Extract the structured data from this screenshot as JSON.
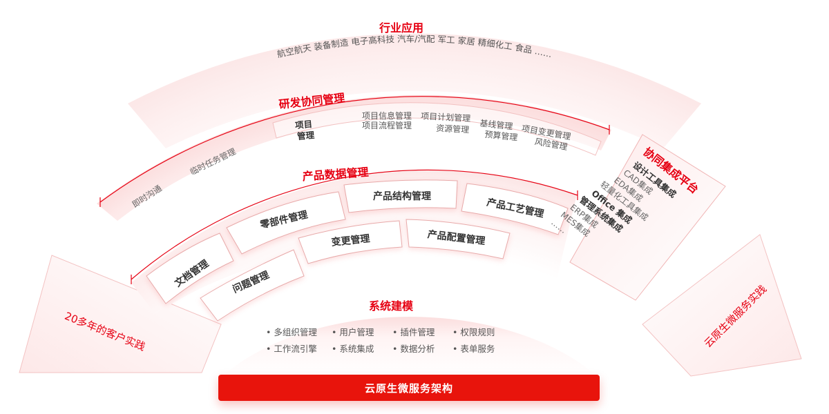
{
  "industry": {
    "title": "行业应用",
    "items": [
      "航空航天",
      "装备制造",
      "电子高科技",
      "汽车/汽配",
      "军工",
      "家居",
      "精细化工",
      "食品",
      "……"
    ]
  },
  "rd": {
    "title": "研发协同管理",
    "left_items": [
      "即时沟通",
      "临时任务管理"
    ],
    "project_label_1": "项目",
    "project_label_2": "管理",
    "project_items": [
      [
        "项目信息管理",
        "项目流程管理"
      ],
      [
        "项目计划管理",
        "资源管理"
      ],
      [
        "基线管理",
        "预算管理"
      ],
      [
        "项目变更管理",
        "风险管理"
      ]
    ]
  },
  "pdm": {
    "title": "产品数据管理",
    "modules": [
      "零部件管理",
      "产品结构管理",
      "产品工艺管理",
      "文档管理",
      "变更管理",
      "产品配置管理",
      "问题管理"
    ]
  },
  "system": {
    "title": "系统建模",
    "row1": [
      "多组织管理",
      "用户管理",
      "插件管理",
      "权限规则"
    ],
    "row2": [
      "工作流引擎",
      "系统集成",
      "数据分析",
      "表单服务"
    ]
  },
  "collab": {
    "title": "协同集成平台",
    "items": [
      "设计工具集成",
      "CAD集成",
      "EDA集成",
      "轻量化工具集成",
      "Office 集成",
      "管理系统集成",
      "ERP集成",
      "MES集成",
      "……"
    ]
  },
  "left_wing": {
    "text": "20多年的客户实践"
  },
  "right_wing": {
    "text": "云原生微服务实践"
  },
  "base": {
    "label": "云原生微服务架构"
  },
  "colors": {
    "accent": "#e60012",
    "bar": "#e8140c",
    "text": "#333333"
  }
}
